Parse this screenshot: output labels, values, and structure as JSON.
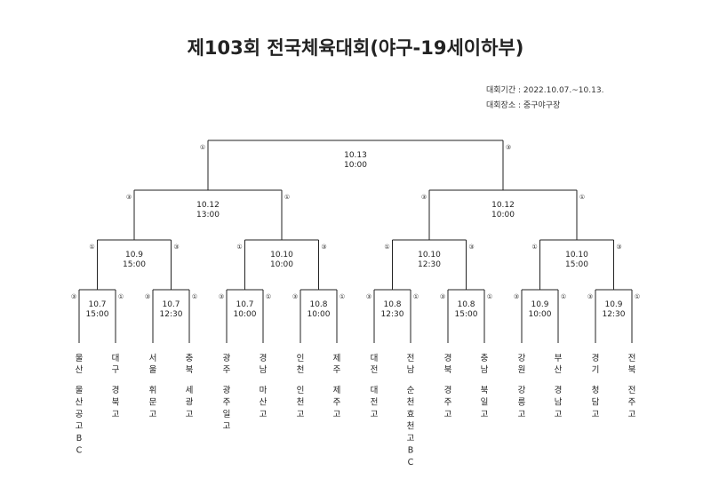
{
  "title": "제103회 전국체육대회(야구-19세이하부)",
  "info": {
    "period": "대회기간 : 2022.10.07.~10.13.",
    "venue": "대회장소 : 중구야구장"
  },
  "teams": [
    {
      "region": "울산",
      "school": "울산공고BC"
    },
    {
      "region": "대구",
      "school": "경북고"
    },
    {
      "region": "서울",
      "school": "휘문고"
    },
    {
      "region": "충북",
      "school": "세광고"
    },
    {
      "region": "광주",
      "school": "광주일고"
    },
    {
      "region": "경남",
      "school": "마산고"
    },
    {
      "region": "인천",
      "school": "인천고"
    },
    {
      "region": "제주",
      "school": "제주고"
    },
    {
      "region": "대전",
      "school": "대전고"
    },
    {
      "region": "전남",
      "school": "순천효천고BC"
    },
    {
      "region": "경북",
      "school": "경주고"
    },
    {
      "region": "충남",
      "school": "북일고"
    },
    {
      "region": "강원",
      "school": "강릉고"
    },
    {
      "region": "부산",
      "school": "경남고"
    },
    {
      "region": "경기",
      "school": "청담고"
    },
    {
      "region": "전북",
      "school": "전주고"
    }
  ],
  "rounds": {
    "r16": [
      {
        "date": "10.7",
        "time": "15:00",
        "left": "③",
        "right": "①"
      },
      {
        "date": "10.7",
        "time": "12:30",
        "left": "③",
        "right": "①"
      },
      {
        "date": "10.7",
        "time": "10:00",
        "left": "③",
        "right": "①"
      },
      {
        "date": "10.8",
        "time": "10:00",
        "left": "③",
        "right": "①"
      },
      {
        "date": "10.8",
        "time": "12:30",
        "left": "③",
        "right": "①"
      },
      {
        "date": "10.8",
        "time": "15:00",
        "left": "③",
        "right": "①"
      },
      {
        "date": "10.9",
        "time": "10:00",
        "left": "③",
        "right": "①"
      },
      {
        "date": "10.9",
        "time": "12:30",
        "left": "③",
        "right": "①"
      }
    ],
    "qf": [
      {
        "date": "10.9",
        "time": "15:00",
        "left": "①",
        "right": "③"
      },
      {
        "date": "10.10",
        "time": "10:00",
        "left": "①",
        "right": "③"
      },
      {
        "date": "10.10",
        "time": "12:30",
        "left": "①",
        "right": "③"
      },
      {
        "date": "10.10",
        "time": "15:00",
        "left": "①",
        "right": "③"
      }
    ],
    "sf": [
      {
        "date": "10.12",
        "time": "13:00",
        "left": "③",
        "right": "①"
      },
      {
        "date": "10.12",
        "time": "10:00",
        "left": "③",
        "right": "①"
      }
    ],
    "final": {
      "date": "10.13",
      "time": "10:00",
      "left": "①",
      "right": "③"
    }
  }
}
